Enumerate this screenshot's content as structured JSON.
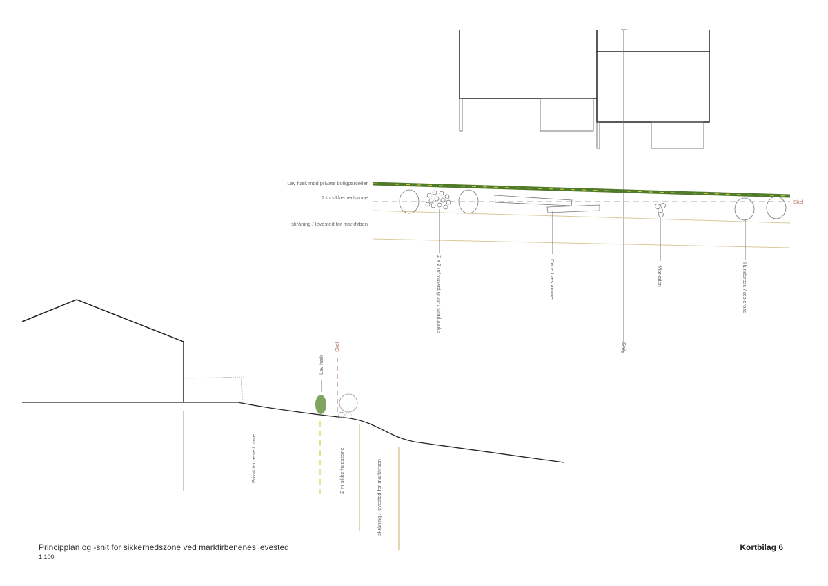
{
  "plan": {
    "labels": {
      "hedge": "Lav hæk mod private boligparceller",
      "zone": "2 m sikkerhedszone",
      "slope": "skråning / levested for markfirben",
      "skel": "Skel"
    },
    "callouts": {
      "gravel": "2 x 2 m² vasket grus- / sandbunke",
      "logs": "Døde træstammer",
      "stones": "Marksten",
      "roses": "Hunderose / æblerose",
      "section": "Snit"
    }
  },
  "section": {
    "labels": {
      "terrace": "Privat terrasse / have",
      "hedge": "Lav hæk",
      "skel": "Skel",
      "zone": "2 m sikkerhedszone",
      "slope": "skråning / levested for markfirben"
    }
  },
  "footer": {
    "title": "Principplan og -snit for sikkerhedszone ved markfirbenenes levested",
    "scale": "1:100",
    "sheet": "Kortbilag 6"
  },
  "colors": {
    "hedge": "#4f7a2c",
    "hedge_dash": "#d8d040",
    "tan": "#d8c89a",
    "skel": "#b06a5a"
  }
}
